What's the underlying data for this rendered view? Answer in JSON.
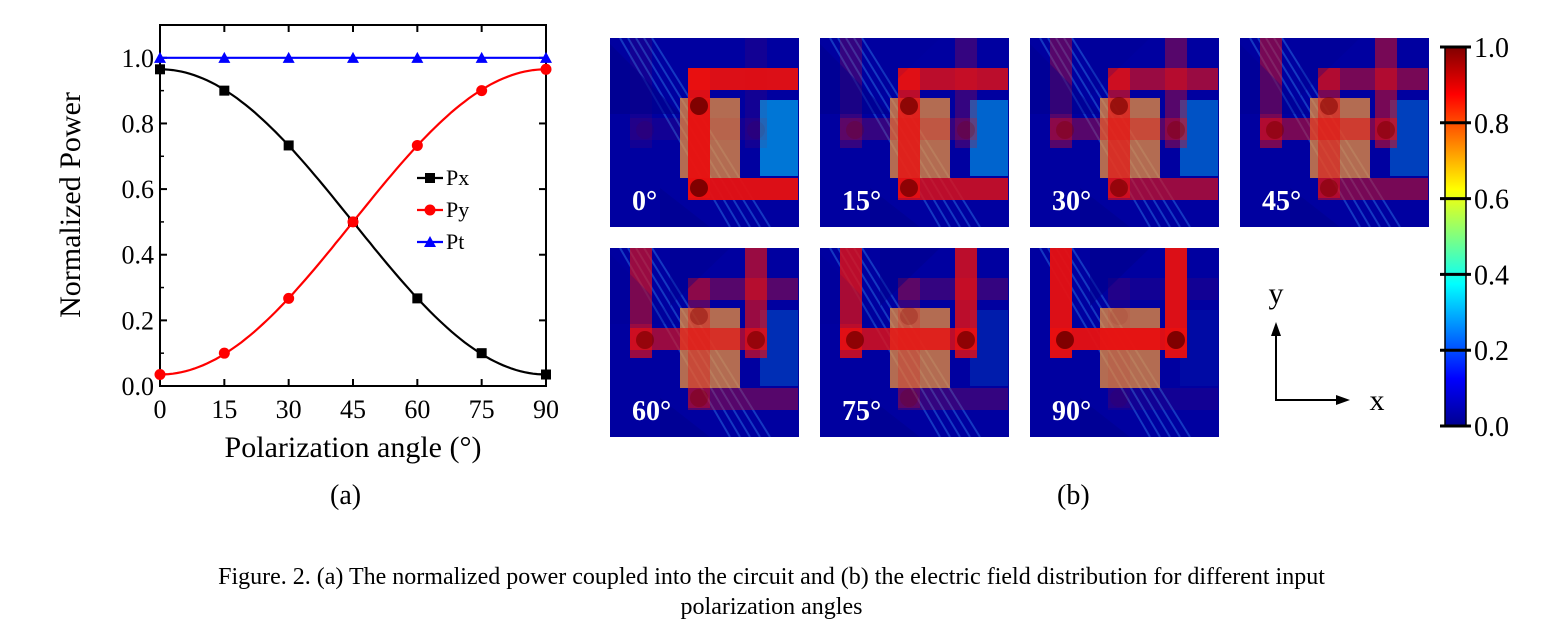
{
  "panel_a_label": "(a)",
  "panel_b_label": "(b)",
  "caption": {
    "line1": "Figure. 2. (a) The normalized power coupled into the circuit and (b) the electric field distribution for different input",
    "line2": "polarization angles"
  },
  "chart_data": {
    "type": "line",
    "xlabel": "Polarization angle (°)",
    "ylabel": "Normalized Power",
    "xlim": [
      0,
      90
    ],
    "ylim": [
      0,
      1.1
    ],
    "x_ticks": [
      "0",
      "15",
      "30",
      "45",
      "60",
      "75",
      "90"
    ],
    "y_ticks": [
      "0.0",
      "0.2",
      "0.4",
      "0.6",
      "0.8",
      "1.0"
    ],
    "x": [
      0,
      15,
      30,
      45,
      60,
      75,
      90
    ],
    "legend_position": "center-right",
    "series": [
      {
        "name": "Px",
        "color": "#000000",
        "marker": "square",
        "values": [
          0.965,
          0.9,
          0.733,
          0.5,
          0.267,
          0.1,
          0.035
        ]
      },
      {
        "name": "Py",
        "color": "#ff0000",
        "marker": "circle",
        "values": [
          0.035,
          0.1,
          0.267,
          0.5,
          0.733,
          0.9,
          0.965
        ]
      },
      {
        "name": "Pt",
        "color": "#0000ff",
        "marker": "triangle",
        "values": [
          1.0,
          1.0,
          1.0,
          1.0,
          1.0,
          1.0,
          1.0
        ]
      }
    ]
  },
  "field_maps": [
    {
      "angle": "0°",
      "value": 0
    },
    {
      "angle": "15°",
      "value": 15
    },
    {
      "angle": "30°",
      "value": 30
    },
    {
      "angle": "45°",
      "value": 45
    },
    {
      "angle": "60°",
      "value": 60
    },
    {
      "angle": "75°",
      "value": 75
    },
    {
      "angle": "90°",
      "value": 90
    }
  ],
  "axes_indicator": {
    "x": "x",
    "y": "y"
  },
  "colorbar": {
    "ticks": [
      "0.0",
      "0.2",
      "0.4",
      "0.6",
      "0.8",
      "1.0"
    ],
    "colors": [
      "#00008f",
      "#0000ff",
      "#0080ff",
      "#00ffff",
      "#80ff80",
      "#ffff00",
      "#ff8000",
      "#ff0000",
      "#800000"
    ]
  }
}
